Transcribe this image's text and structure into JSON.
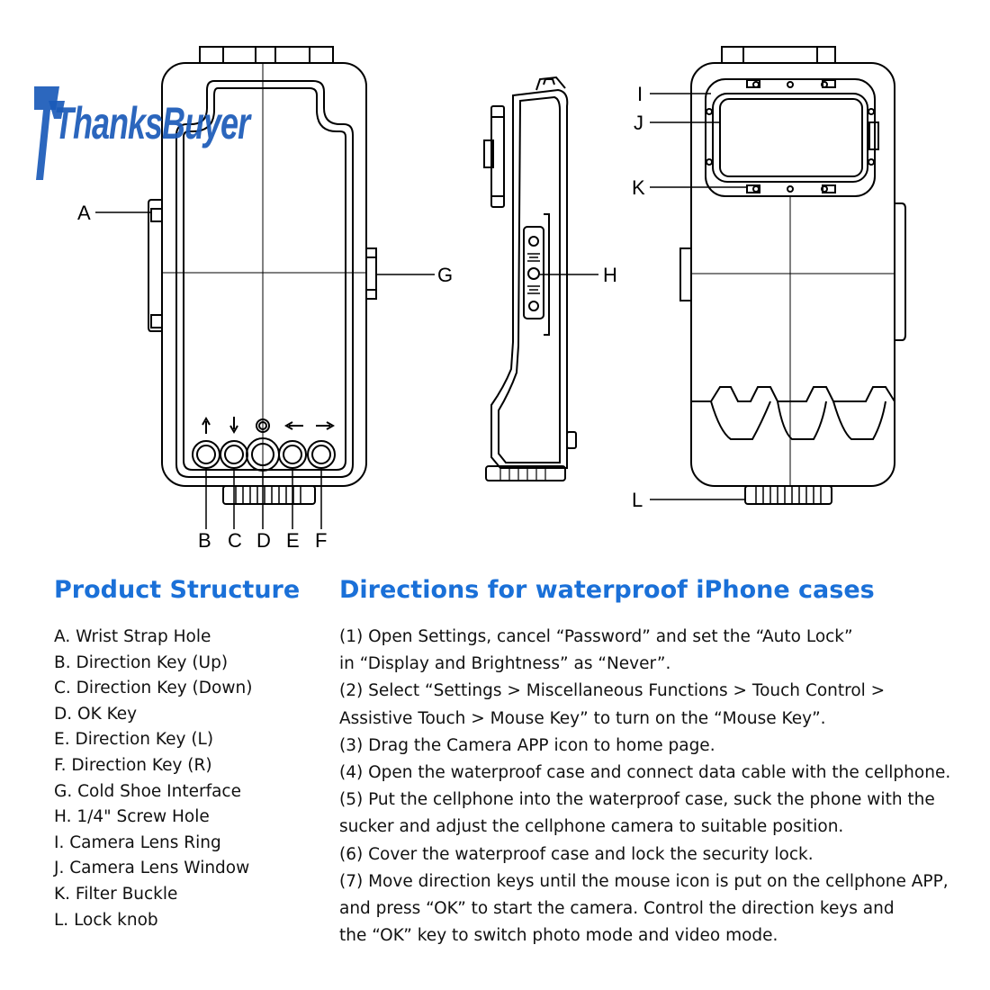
{
  "logo": {
    "text": "ThanksBuyer",
    "color": "#1a5ab8"
  },
  "callouts": {
    "A": "A",
    "B": "B",
    "C": "C",
    "D": "D",
    "E": "E",
    "F": "F",
    "G": "G",
    "H": "H",
    "I": "I",
    "J": "J",
    "K": "K",
    "L": "L"
  },
  "product_structure": {
    "title": "Product Structure",
    "items": [
      "A. Wrist Strap Hole",
      "B. Direction Key (Up)",
      "C. Direction Key (Down)",
      "D. OK Key",
      "E.  Direction Key (L)",
      "F.  Direction Key (R)",
      "G. Cold Shoe Interface",
      "H. 1/4\" Screw Hole",
      "I. Camera Lens Ring",
      "J. Camera Lens Window",
      "K. Filter Buckle",
      "L. Lock knob"
    ]
  },
  "directions": {
    "title": "Directions for waterproof iPhone cases",
    "lines": [
      "(1) Open Settings, cancel  “Password”  and set the  “Auto Lock”",
      "in  “Display and Brightness”  as  “Never”.",
      "(2) Select  “Settings > Miscellaneous Functions > Touch Control >",
      "Assistive Touch > Mouse Key”  to turn on the  “Mouse Key”.",
      "(3) Drag the Camera APP icon to home page.",
      "(4) Open the waterproof case and connect data cable with the cellphone.",
      "(5) Put the cellphone into the waterproof case, suck the phone with the",
      "sucker and adjust the cellphone camera to suitable position.",
      "(6) Cover the waterproof case and lock the security lock.",
      "(7) Move direction keys until the mouse icon is put on the cellphone APP,",
      "and press  “OK”  to start the camera. Control the direction keys and",
      "the  “OK”  key to switch photo mode and video mode."
    ]
  },
  "colors": {
    "accent": "#1a70d8",
    "line": "#000000"
  }
}
